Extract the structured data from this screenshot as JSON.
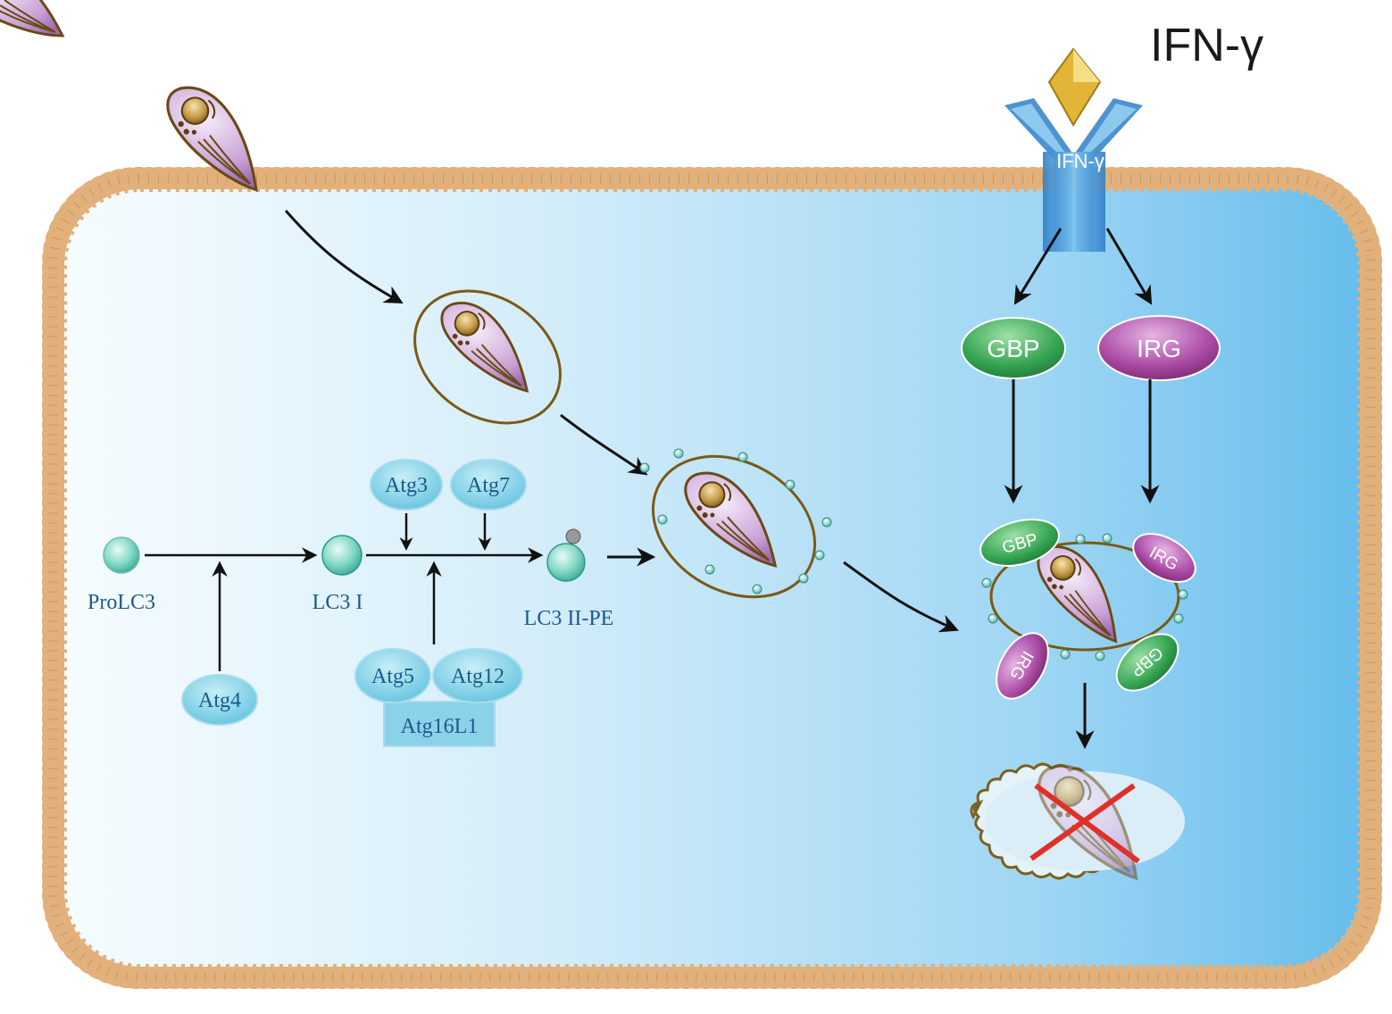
{
  "title": "IFN-γ",
  "receptor_label": "IFN-γ",
  "lc3_pathway": {
    "prolc3": "ProLC3",
    "lc3_i": "LC3 I",
    "lc3_ii_pe": "LC3 II-PE",
    "atg4": "Atg4",
    "atg3": "Atg3",
    "atg7": "Atg7",
    "atg5": "Atg5",
    "atg12": "Atg12",
    "atg16l1": "Atg16L1"
  },
  "ifn_pathway": {
    "gbp": "GBP",
    "irg": "IRG",
    "gbp_small": "GBP",
    "irg_small": "IRG"
  },
  "colors": {
    "membrane": "#e0b078",
    "cytoplasm_light": "#f4fbff",
    "cytoplasm_dark": "#6cc0ec",
    "receptor": "#3d8fd6",
    "ligand": "#e2b536",
    "gbp": "#2b9448",
    "irg": "#a03c9a",
    "atg_fill": "#7fd0e6",
    "atg_text": "#1a5a8c",
    "vacuole_stroke": "#7a5a14",
    "cross": "#e0302a"
  }
}
